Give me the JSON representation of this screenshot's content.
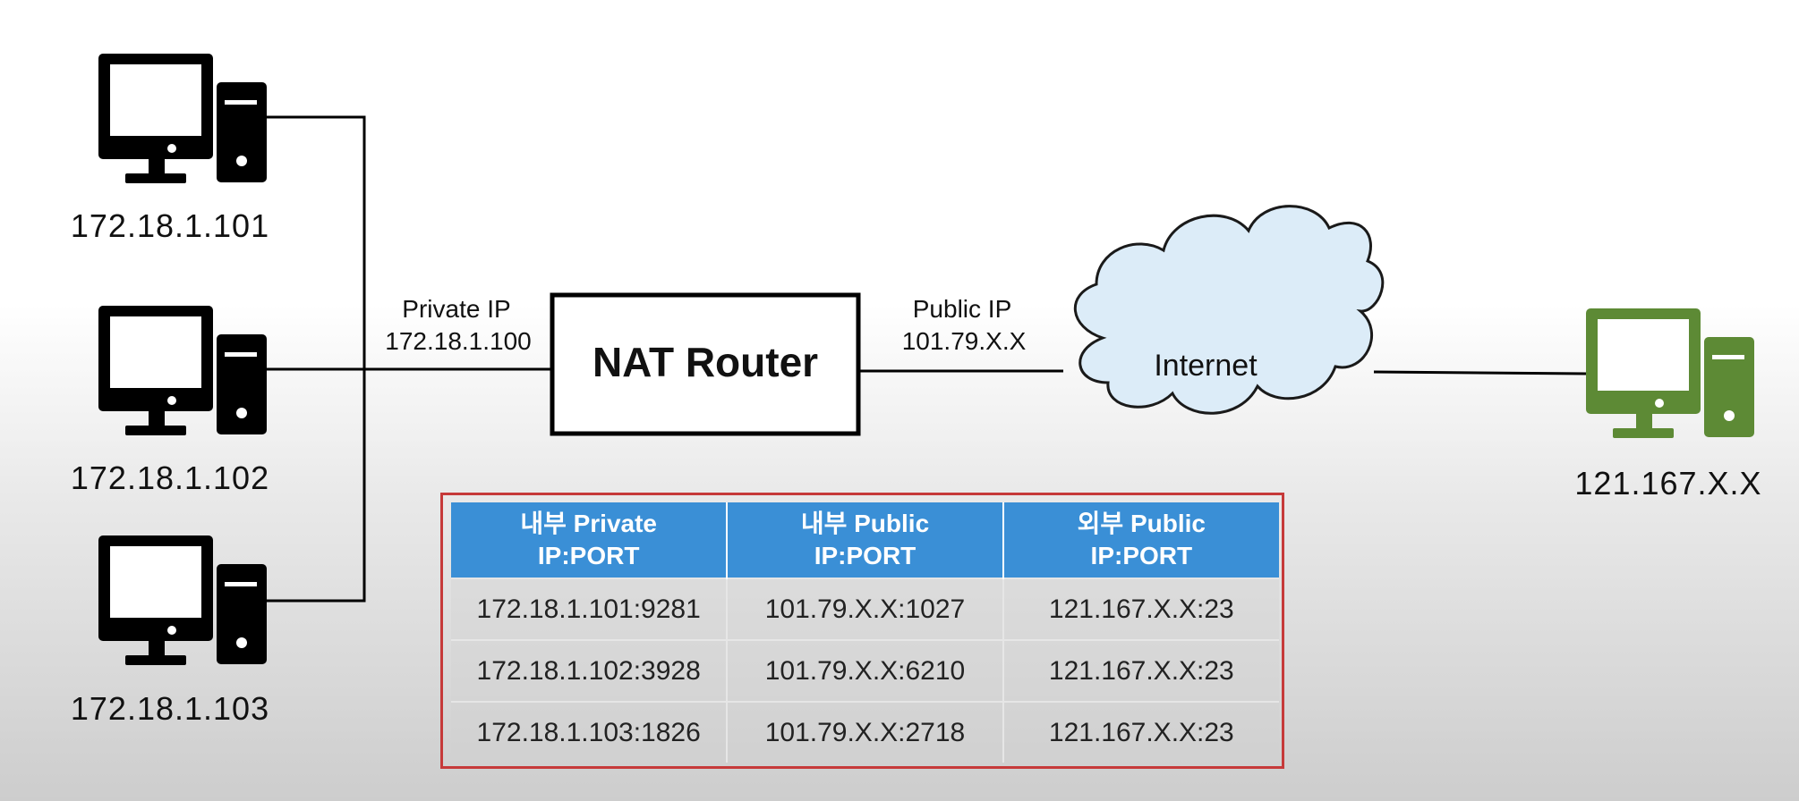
{
  "hosts": [
    {
      "ip": "172.18.1.101"
    },
    {
      "ip": "172.18.1.102"
    },
    {
      "ip": "172.18.1.103"
    }
  ],
  "private_link": {
    "title": "Private IP",
    "ip": "172.18.1.100"
  },
  "router": {
    "label": "NAT Router"
  },
  "public_link": {
    "title": "Public IP",
    "ip": "101.79.X.X"
  },
  "cloud": {
    "label": "Internet"
  },
  "remote_host": {
    "ip": "121.167.X.X"
  },
  "colors": {
    "local_pc": "#000000",
    "remote_pc": "#5d8a35",
    "cloud_fill": "#dcecf8",
    "table_header": "#3a8fd6",
    "table_border": "#c63a3a"
  },
  "nat_table": {
    "headers": [
      {
        "line1": "내부 Private",
        "line2": "IP:PORT"
      },
      {
        "line1": "내부 Public",
        "line2": "IP:PORT"
      },
      {
        "line1": "외부 Public",
        "line2": "IP:PORT"
      }
    ],
    "rows": [
      [
        "172.18.1.101:9281",
        "101.79.X.X:1027",
        "121.167.X.X:23"
      ],
      [
        "172.18.1.102:3928",
        "101.79.X.X:6210",
        "121.167.X.X:23"
      ],
      [
        "172.18.1.103:1826",
        "101.79.X.X:2718",
        "121.167.X.X:23"
      ]
    ]
  }
}
